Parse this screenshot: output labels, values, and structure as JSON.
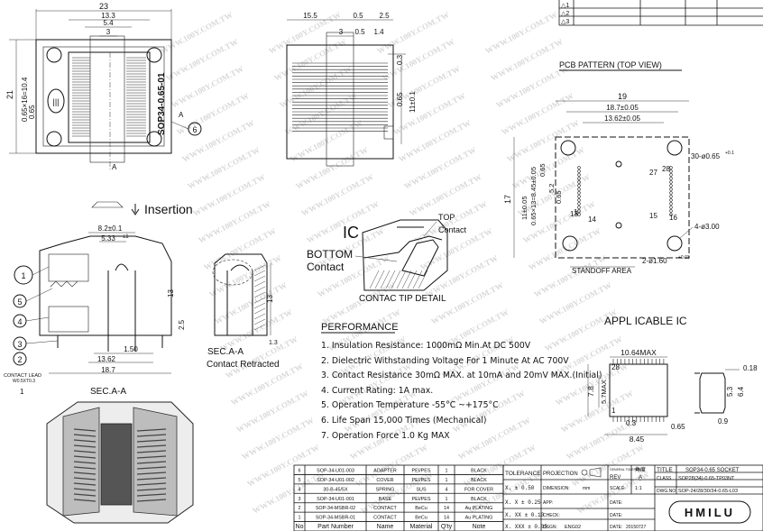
{
  "watermark": "WWW.100Y.COM.TW",
  "top_view": {
    "dims": [
      "23",
      "13.3",
      "5.4",
      "3",
      "21",
      "0.65×16=10.4",
      "0.65"
    ],
    "model_label": "SOP34-0.65-01",
    "section_marks": [
      "A",
      "A"
    ],
    "callout": "6"
  },
  "side_view": {
    "dims": [
      "15.5",
      "0.5",
      "2.5",
      "3",
      "0.5",
      "1.4",
      "0.3",
      "0.65",
      "11±0.1"
    ]
  },
  "insertion_label": "Insertion",
  "section_view": {
    "dims": [
      "8.2±0.1",
      "5.33",
      "±1",
      "13",
      "2.5",
      "1.50",
      "13.62",
      "18.7"
    ],
    "callouts": [
      "1",
      "5",
      "4",
      "3",
      "2"
    ],
    "contact_lead": "CONTACT LEAD",
    "contact_lead_sub": "W0.5XT0.3",
    "lead_callout": "1",
    "caption": "SEC.A-A",
    "retracted_caption_1": "SEC.A-A",
    "retracted_caption_2": "Contact Retracted",
    "retracted_dims": [
      "13",
      "1.3"
    ]
  },
  "ic_detail": {
    "ic": "IC",
    "top": "TOP",
    "top_sub": "Contact",
    "bottom": "BOTTOM",
    "bottom_sub": "Contact",
    "caption": "CONTAC TIP DETAIL"
  },
  "pcb": {
    "title": "PCB PATTERN (TOP VIEW)",
    "dims": [
      "19",
      "18.7±0.05",
      "13.62±0.05",
      "17",
      "11±0.05",
      "0.65×13=8.45±0.05",
      "0.65",
      "5.2",
      "0.65"
    ],
    "holes": "30-ø0.65",
    "holes_tol": "+0.1",
    "mount": "4-ø3.00",
    "pins": [
      "1",
      "13",
      "14",
      "15",
      "16",
      "27",
      "28"
    ],
    "boss": "2-ø1.60",
    "boss_tol": "+0.03",
    "standoff": "STANDOFF AREA"
  },
  "performance": {
    "title": "PERFORMANCE",
    "items": [
      "1. Insulation Resistance: 1000mΩ Min.At DC 500V",
      "2. Dielectric Withstanding Voltage For 1 Minute At AC 700V",
      "3. Contact Resistance 30mΩ MAX. at 10mA and 20mV MAX.(Initial)",
      "4. Current Rating: 1A max.",
      "5. Operation Temperature -55°C ~+175°C",
      "6. Life Span 15,000 Times (Mechanical)",
      "7. Operation Force 1.0 Kg MAX"
    ]
  },
  "applicable_ic": {
    "title": "APPL ICABLE IC",
    "dims": [
      "10.64MAX",
      "28",
      "1",
      "7.8",
      "5.7MAX",
      "0.3",
      "8.45",
      "0.65",
      "0.18",
      "5.3",
      "6.4",
      "0.9"
    ]
  },
  "revision": {
    "marks": [
      "△1",
      "△2",
      "△3"
    ]
  },
  "bom": {
    "headers": [
      "No",
      "Part Number",
      "Name",
      "Material",
      "Q'ty",
      "Note"
    ],
    "rows": [
      [
        "6",
        "SOP-34-U01-003",
        "ADAPTER",
        "PEI/PES",
        "1",
        "BLACK"
      ],
      [
        "5",
        "SOP-34-U01-002",
        "COVER",
        "PEI/PES",
        "1",
        "BLACK"
      ],
      [
        "4",
        "30-B-45/5X",
        "SPRING",
        "SUS",
        "4",
        "FOR COVER"
      ],
      [
        "3",
        "SOP-34-U01-001",
        "BASE",
        "PEI/PES",
        "1",
        "BLACK"
      ],
      [
        "2",
        "SOP-34-MSBR-02",
        "CONTACT",
        "BeCu",
        "14",
        "Au PLATING"
      ],
      [
        "1",
        "SOP-34-MSBR-01",
        "CONTACT",
        "BeCu",
        "14",
        "Au PLATING"
      ]
    ]
  },
  "title_block": {
    "tolerance": "TOLERANCE",
    "tol_rows": [
      "X.     ± 0.50",
      "X. X   ± 0.25",
      "X. XX  ± 0.10",
      "X. XXX ± 0.05"
    ],
    "projection": "PROJECTION",
    "general_tolerance": "GENERAL TOLERANCE",
    "rev_label": "REV",
    "rev_value": "A",
    "unit_value": "角度",
    "dimension_label": "DIMENSION:",
    "dimension_value": "mm",
    "scale_label": "SCALE:",
    "scale_value": "1:1",
    "app_label": "APP:",
    "chk_label": "CHECK:",
    "dsg_label": "DSGN:",
    "dsg_value": "ENG02",
    "date_label": "DATE:",
    "date_value": "20150727",
    "title_label": "TITLE",
    "title_value": "SOP34-0.65 SOCKET",
    "class_label": "CLASS",
    "class_value": "SOP28(34)-0.65-TP03NT",
    "dwg_label": "DWG.NO",
    "dwg_value": "SOP-24/28/30/34-0.65-L03",
    "brand": "HMILU"
  }
}
